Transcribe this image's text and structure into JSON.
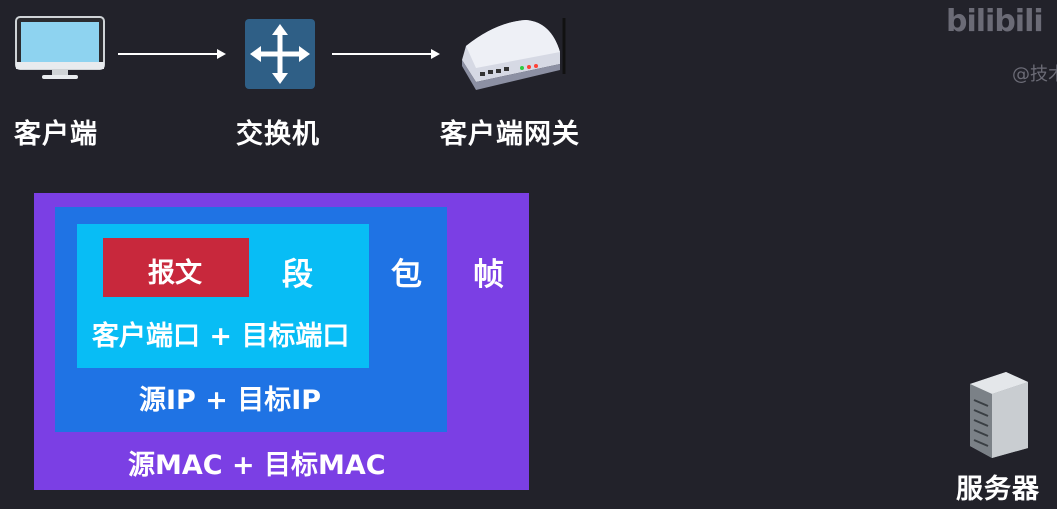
{
  "nodes": {
    "client": "客户端",
    "switch": "交换机",
    "gateway": "客户端网关",
    "server": "服务器"
  },
  "layers": {
    "message": "报文",
    "segment": "段",
    "segment_header": "客户端口 + 目标端口",
    "packet": "包",
    "packet_header": "源IP + 目标IP",
    "frame": "帧",
    "frame_header": "源MAC + 目标MAC"
  },
  "watermark": {
    "logo": "bilibili",
    "user": "@技术"
  },
  "colors": {
    "background": "#22222a",
    "frame": "#7b3fe4",
    "packet": "#1f73e4",
    "segment": "#08bdf5",
    "message": "#c8283c"
  },
  "icons": {
    "client": "monitor-icon",
    "switch": "switch-icon",
    "gateway": "router-icon",
    "server": "server-icon"
  }
}
